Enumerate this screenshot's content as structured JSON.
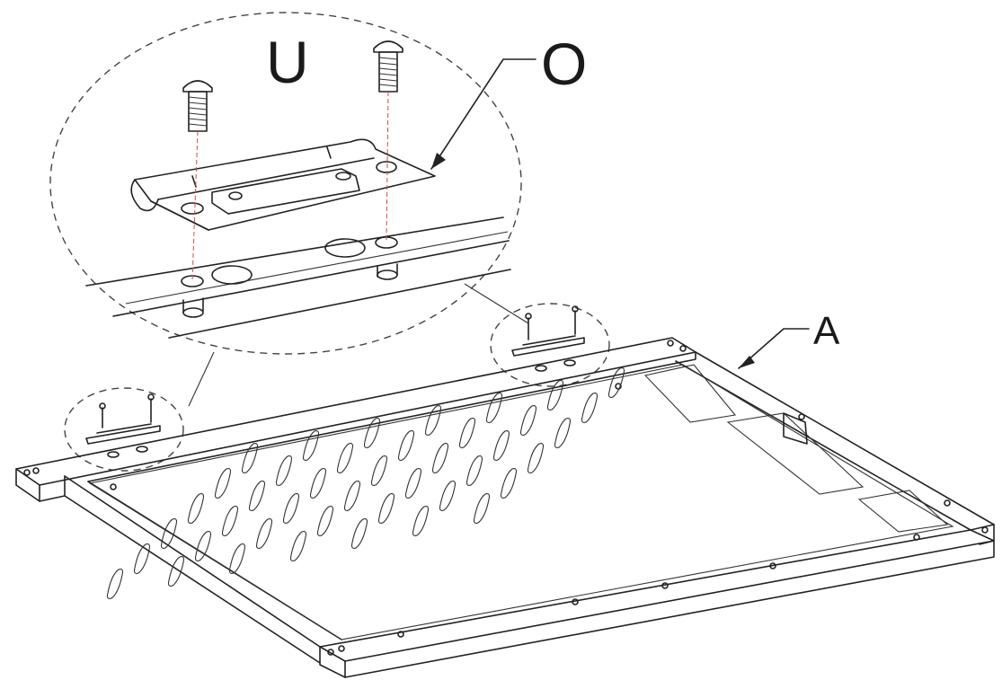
{
  "diagram": {
    "callouts": {
      "screw_label": "U",
      "hinge_label": "O",
      "frame_label": "A"
    },
    "slot_grid": {
      "rows": 6,
      "columns": 7
    },
    "colors": {
      "line": "#222222",
      "axis_lines": "#d04a4a",
      "background": "#ffffff"
    }
  }
}
